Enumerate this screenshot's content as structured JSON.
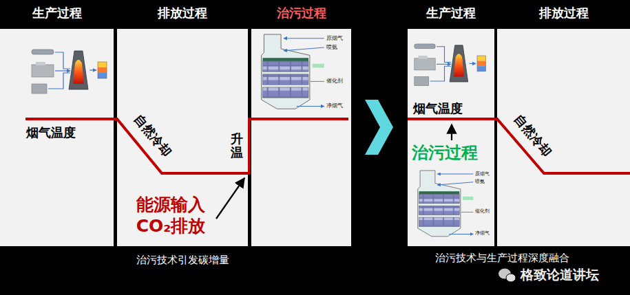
{
  "diagram": {
    "nodes": [
      {
        "text": [
          "生产过程",
          "烟气温度"
        ]
      },
      {
        "text": [
          "排放过程",
          "自然冷却",
          "升温",
          "能源输入 CO₂排放"
        ]
      },
      {
        "text": [
          "治污过程"
        ]
      },
      {
        "text": [
          "生产过程",
          "烟气温度",
          "治污过程"
        ]
      },
      {
        "text": [
          "排放过程",
          "自然冷却"
        ]
      }
    ],
    "labels": [
      "治污技术引发碳增量",
      "治污技术与生产过程深度融合",
      "格致论道讲坛",
      "原烟气",
      "喷氨",
      "催化剂",
      "净烟气",
      "原烟气",
      "喷氨",
      "催化剂",
      "净烟气"
    ]
  }
}
